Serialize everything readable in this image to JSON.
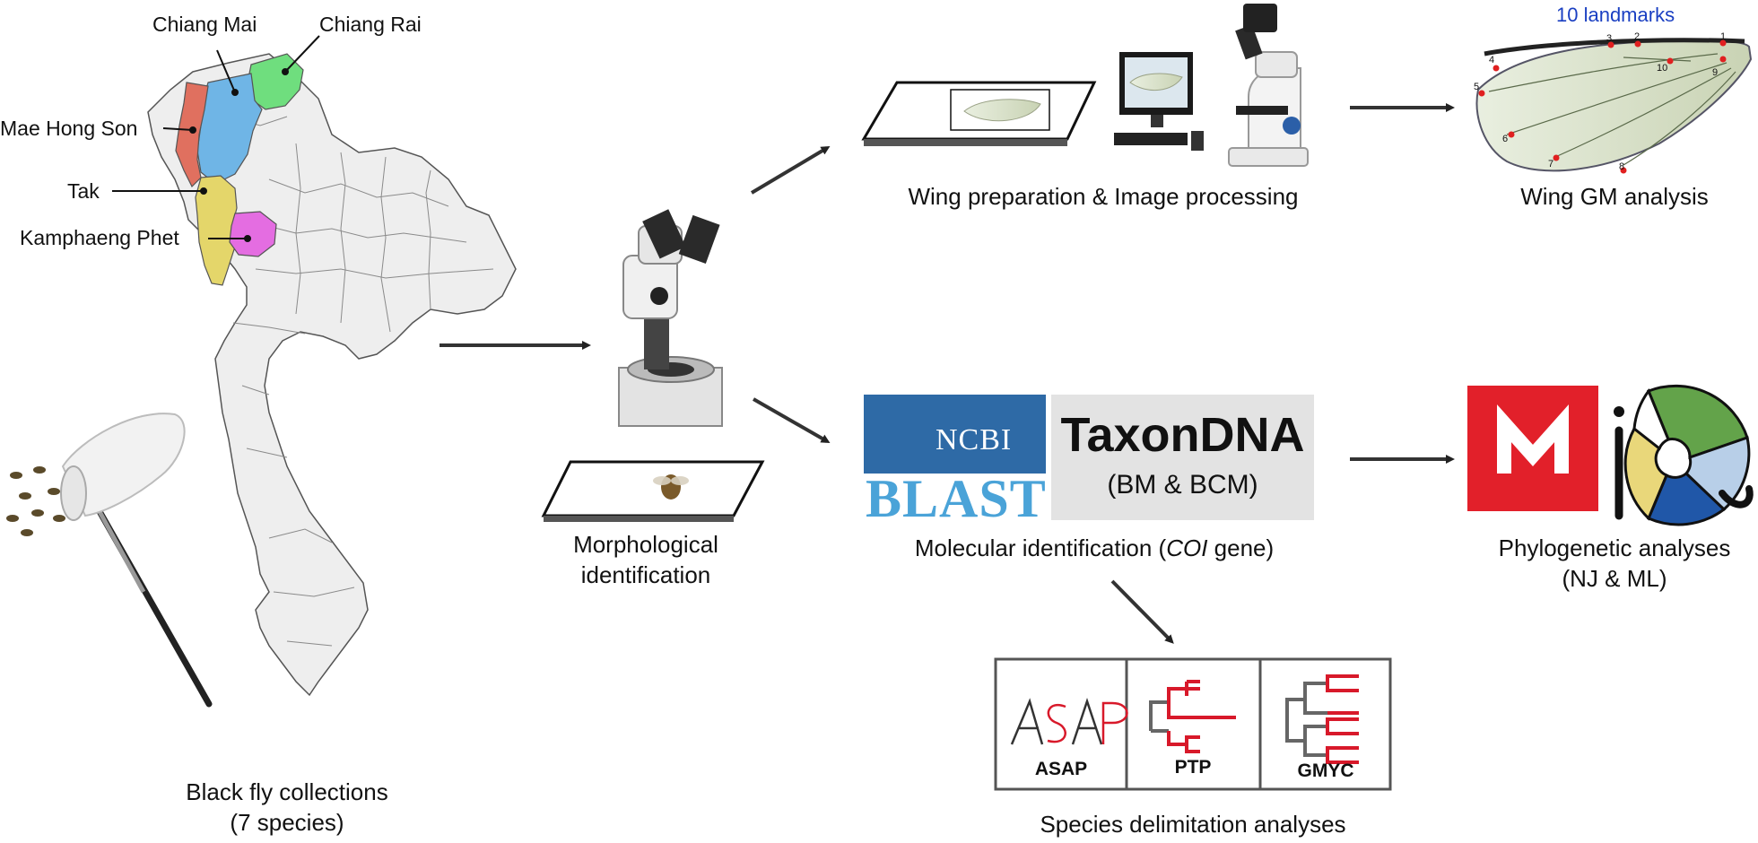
{
  "regions": {
    "chiang_mai": "Chiang Mai",
    "chiang_rai": "Chiang Rai",
    "mae_hong_son": "Mae Hong Son",
    "tak": "Tak",
    "kamphaeng_phet": "Kamphaeng Phet"
  },
  "region_colors": {
    "chiang_mai": "#6fb5e6",
    "chiang_rai": "#6fde7e",
    "mae_hong_son": "#e0705f",
    "tak": "#e4d66a",
    "kamphaeng_phet": "#e46de1"
  },
  "captions": {
    "collections_line1": "Black fly collections",
    "collections_line2": "(7 species)",
    "morph_line1": "Morphological",
    "morph_line2": "identification",
    "wing_prep": "Wing preparation & Image processing",
    "wing_gm": "Wing GM analysis",
    "landmarks": "10 landmarks",
    "mol_prefix": "Molecular identification (",
    "mol_gene": "COI",
    "mol_suffix": " gene)",
    "phylo_line1": "Phylogenetic analyses",
    "phylo_line2": "(NJ & ML)",
    "species_delim": "Species delimitation analyses"
  },
  "logos": {
    "ncbi": "NCBI",
    "blast": "BLAST",
    "taxondna_title": "TaxonDNA",
    "taxondna_sub": "(BM & BCM)",
    "mega_letter": "M",
    "asap": "ASAP",
    "ptp": "PTP",
    "gmyc": "GMYC"
  },
  "landmark_numbers": [
    "1",
    "2",
    "3",
    "4",
    "5",
    "6",
    "7",
    "8",
    "9",
    "10"
  ],
  "icons": [
    "map-icon",
    "insect-net-icon",
    "stereo-microscope-icon",
    "slide-icon",
    "computer-icon",
    "compound-microscope-icon",
    "wing-icon",
    "dna-icon",
    "iqtree-icon",
    "tree-icon"
  ],
  "accent_colors": {
    "arrow": "#333333",
    "landmark": "#e02020",
    "landmarks_title": "#1a3fc2",
    "delim_red": "#d8192a"
  }
}
